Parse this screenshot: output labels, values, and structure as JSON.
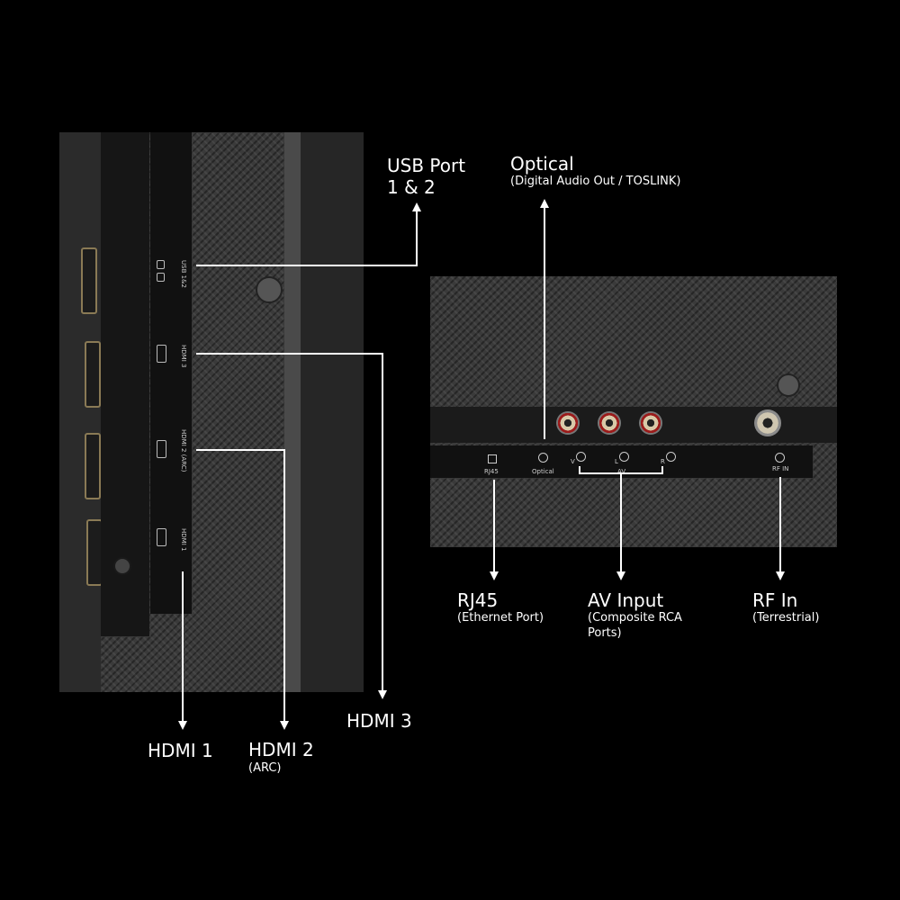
{
  "colors": {
    "background": "#000000",
    "text": "#ffffff",
    "leader": "#ffffff"
  },
  "left_panel": {
    "port_labels": {
      "usb": "USB 1&2",
      "hdmi3": "HDMI 3",
      "hdmi2": "HDMI 2 (ARC)",
      "hdmi1": "HDMI 1"
    }
  },
  "right_panel": {
    "port_labels": {
      "rj45": "RJ45",
      "optical": "Optical",
      "av": "AV",
      "v": "V",
      "l": "L",
      "r": "R",
      "rf": "RF IN"
    }
  },
  "callouts": {
    "usb": {
      "title": "USB Port",
      "title2": "1 & 2"
    },
    "optical": {
      "title": "Optical",
      "subtitle": "(Digital Audio Out / TOSLINK)"
    },
    "hdmi3": {
      "title": "HDMI 3"
    },
    "hdmi2": {
      "title": "HDMI 2",
      "subtitle": "(ARC)"
    },
    "hdmi1": {
      "title": "HDMI 1"
    },
    "rj45": {
      "title": "RJ45",
      "subtitle": "(Ethernet Port)"
    },
    "av": {
      "title": "AV Input",
      "subtitle": "(Composite RCA",
      "subtitle2": "Ports)"
    },
    "rf": {
      "title": "RF In",
      "subtitle": "(Terrestrial)"
    }
  }
}
